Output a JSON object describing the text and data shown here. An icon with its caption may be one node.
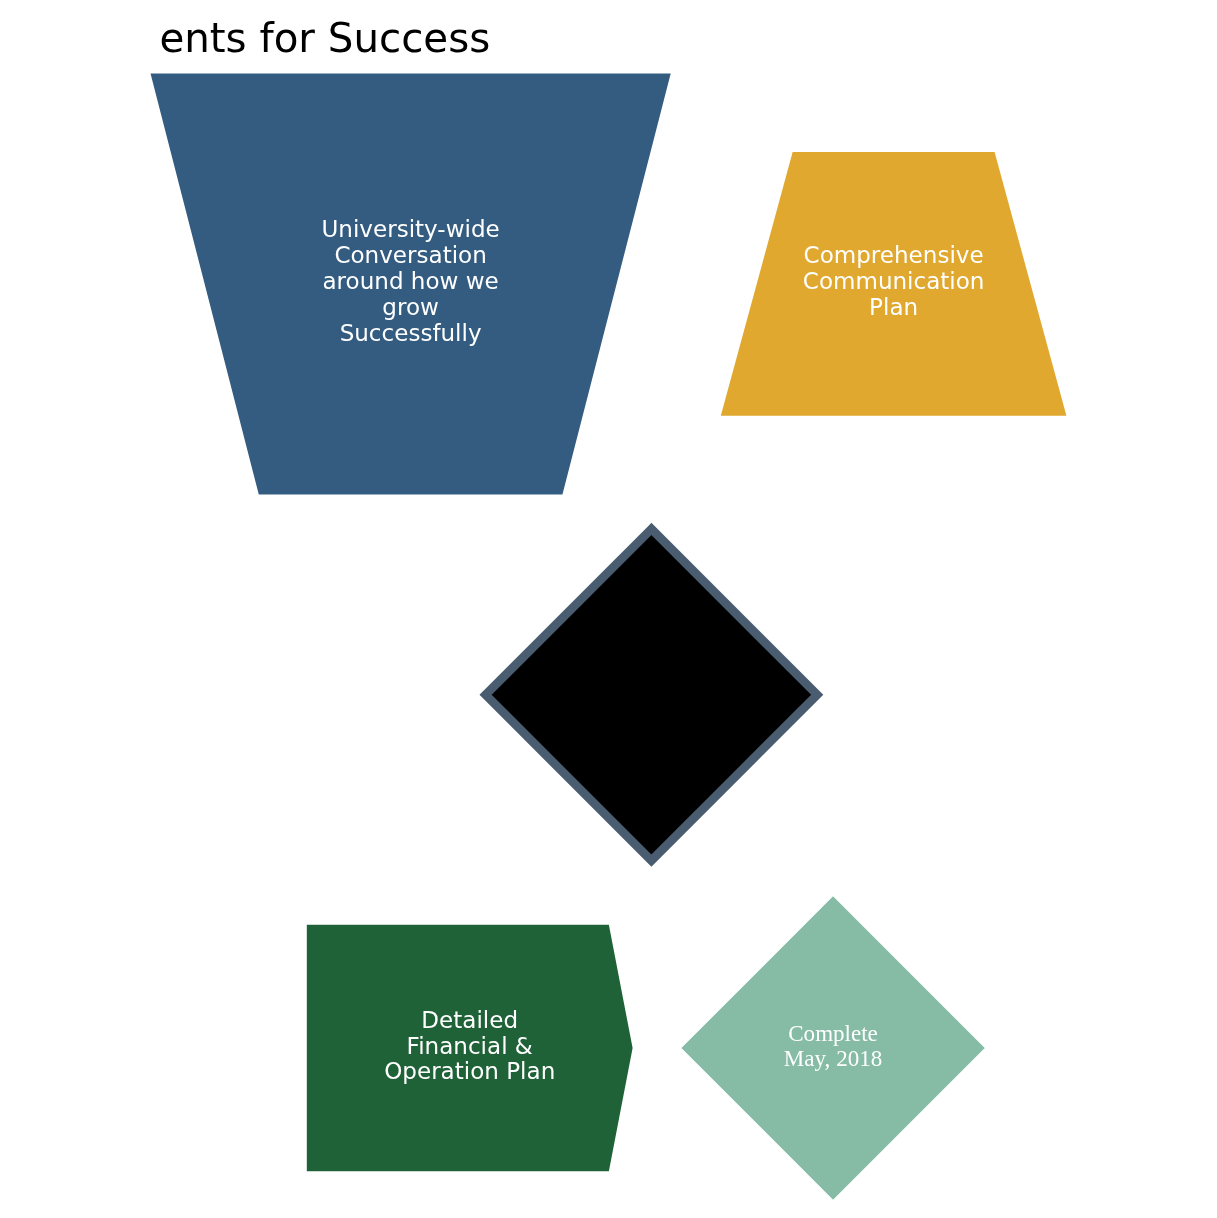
{
  "diagram": {
    "title": "ents for Success",
    "nodes": [
      {
        "text": [],
        "shape": "diamond"
      },
      {
        "text": [
          "University-wide Conversation around how we grow Successfully"
        ]
      },
      {
        "text": [
          "Comprehensive Communication Plan"
        ]
      },
      {
        "text": [
          "Detailed Financial & Operation Plan"
        ]
      },
      {
        "text": [
          "Complete",
          "May, 2018"
        ]
      }
    ]
  }
}
